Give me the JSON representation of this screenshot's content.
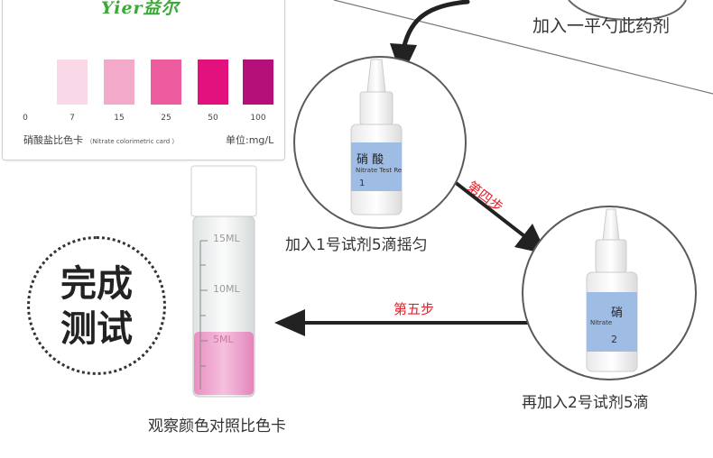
{
  "card": {
    "brand": "Yier益尔",
    "swatches": [
      {
        "label": "0",
        "color": "#ffffff"
      },
      {
        "label": "7",
        "color": "#f9d9e8"
      },
      {
        "label": "15",
        "color": "#f2a9ca"
      },
      {
        "label": "25",
        "color": "#ec5c9e"
      },
      {
        "label": "50",
        "color": "#e3117e"
      },
      {
        "label": "100",
        "color": "#b5107a"
      }
    ],
    "name": "硝酸盐比色卡",
    "name_en": "（Nitrate colorimetric card ）",
    "unit": "单位:mg/L"
  },
  "top_caption": "加入一平勺此药剂",
  "step3": {
    "caption": "加入1号试剂5滴摇匀",
    "bottle_title": "硝 酸",
    "bottle_sub": "Nitrate Test Re",
    "bottle_num": "1"
  },
  "step4": {
    "label": "第四步",
    "caption": "再加入2号试剂5滴",
    "bottle_title": "硝",
    "bottle_sub": "Nitrate",
    "bottle_num": "2"
  },
  "step5": {
    "label": "第五步"
  },
  "vial": {
    "marks": [
      "15ML",
      "10ML",
      "5ML"
    ],
    "caption": "观察颜色对照比色卡"
  },
  "done": {
    "line1": "完成",
    "line2": "测试"
  }
}
